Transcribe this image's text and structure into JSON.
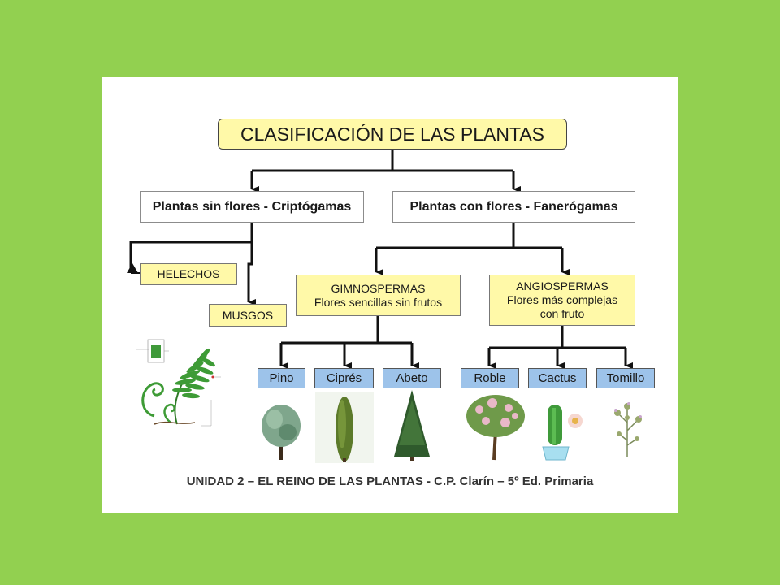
{
  "title": "CLASIFICACIÓN DE LAS PLANTAS",
  "categories": {
    "sin_flores": "Plantas sin flores - Criptógamas",
    "con_flores": "Plantas con flores - Fanerógamas"
  },
  "criptogamas": {
    "helechos": "HELECHOS",
    "musgos": "MUSGOS"
  },
  "gimnospermas": {
    "name": "GIMNOSPERMAS",
    "desc": "Flores sencillas sin frutos"
  },
  "angiospermas": {
    "name": "ANGIOSPERMAS",
    "desc1": "Flores más complejas",
    "desc2": "con fruto"
  },
  "examples": {
    "pino": "Pino",
    "cipres": "Ciprés",
    "abeto": "Abeto",
    "roble": "Roble",
    "cactus": "Cactus",
    "tomillo": "Tomillo"
  },
  "footer": "UNIDAD 2 – EL REINO DE LAS PLANTAS - C.P. Clarín – 5º Ed. Primaria",
  "colors": {
    "background": "#92d050",
    "yellow_box": "#fff9a8",
    "blue_box": "#9dc3ea"
  }
}
